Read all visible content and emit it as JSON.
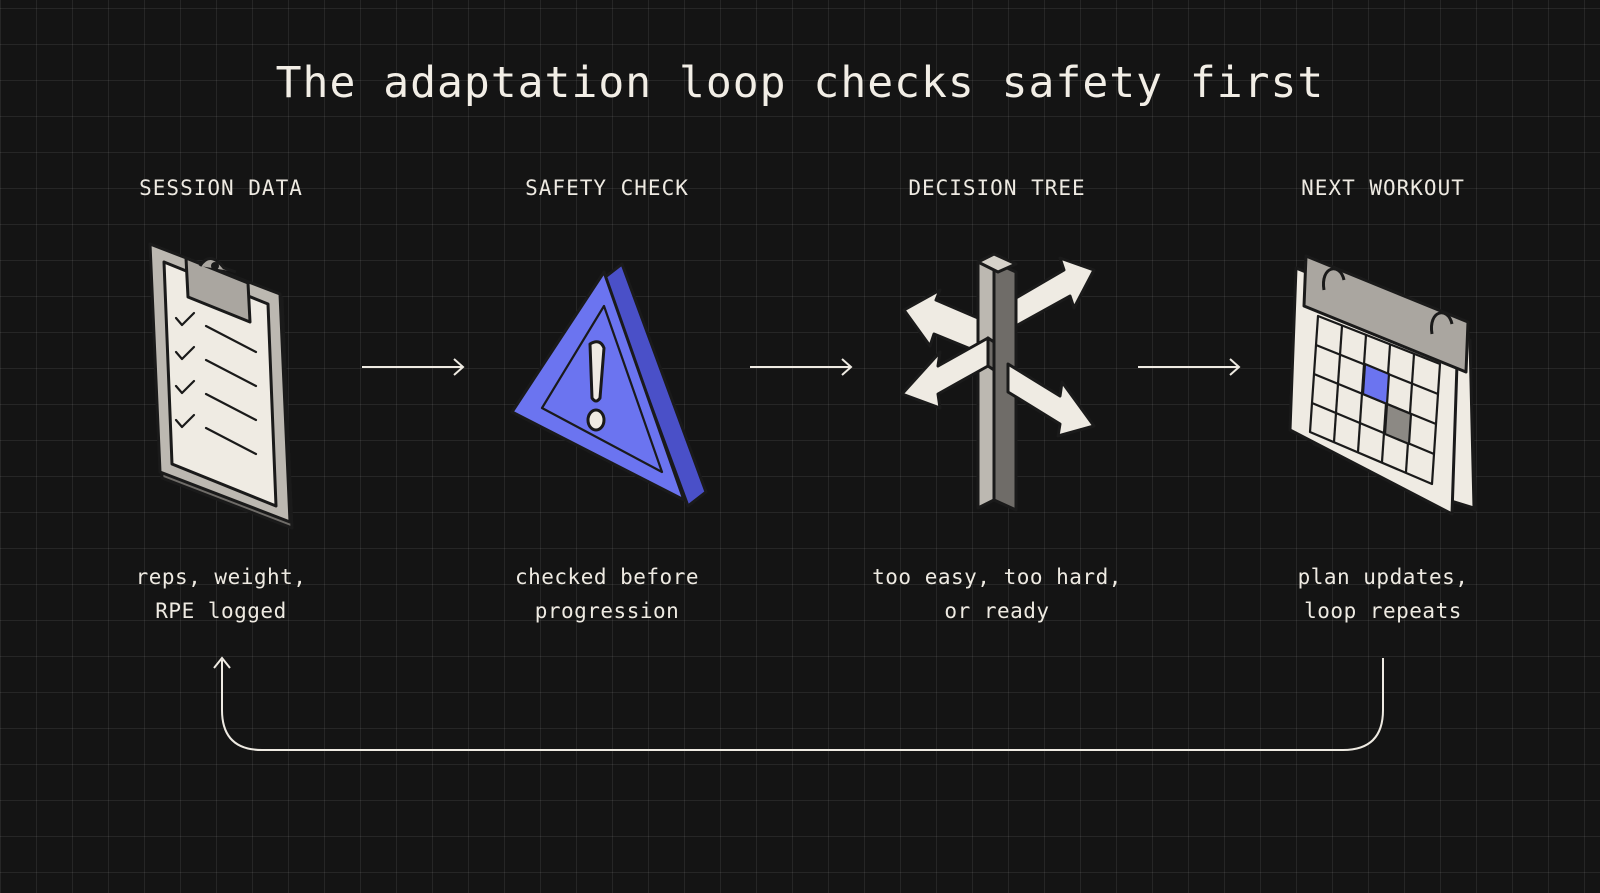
{
  "title": "The adaptation loop checks safety first",
  "stages": [
    {
      "label": "SESSION DATA",
      "icon": "clipboard-checklist-icon",
      "caption_lines": [
        "reps, weight,",
        "RPE logged"
      ]
    },
    {
      "label": "SAFETY CHECK",
      "icon": "warning-triangle-icon",
      "caption_lines": [
        "checked before",
        "progression"
      ]
    },
    {
      "label": "DECISION TREE",
      "icon": "signpost-icon",
      "caption_lines": [
        "too easy, too hard,",
        "or ready"
      ]
    },
    {
      "label": "NEXT WORKOUT",
      "icon": "calendar-icon",
      "caption_lines": [
        "plan updates,",
        "loop repeats"
      ]
    }
  ],
  "colors": {
    "background": "#141414",
    "grid": "#2a2a2a",
    "text": "#eeeae2",
    "accent": "#6b74f0",
    "paper": "#efebe3",
    "metal": "#a8a49e"
  }
}
